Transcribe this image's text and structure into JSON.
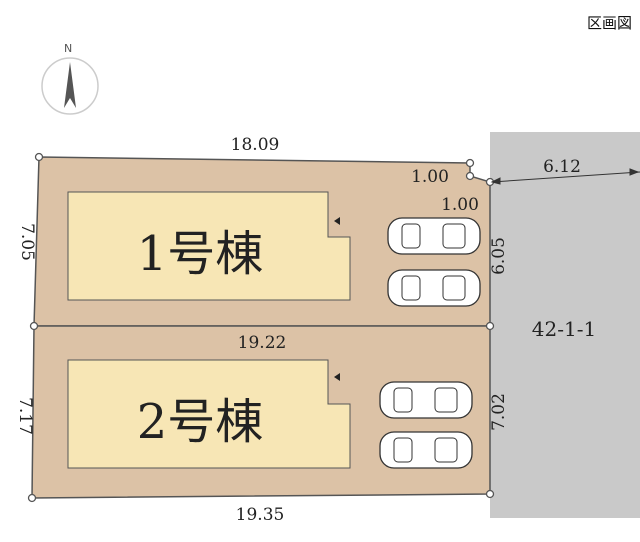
{
  "header": {
    "title": "区画図"
  },
  "compass": {
    "north_label": "N"
  },
  "lots": [
    {
      "label": "1号棟",
      "fill": "#dcc2a6",
      "house_fill": "#f7e6b5"
    },
    {
      "label": "2号棟",
      "fill": "#dcc2a6",
      "house_fill": "#f7e6b5"
    }
  ],
  "dimensions": {
    "top": "18.09",
    "lot1_left": "7.05",
    "corner_cut_horizontal": "1.00",
    "corner_cut_vertical": "1.00",
    "lot1_right": "6.05",
    "middle": "19.22",
    "lot2_left": "7.17",
    "lot2_right": "7.02",
    "bottom": "19.35",
    "road_width": "6.12"
  },
  "road": {
    "label": "42-1-1",
    "fill": "#c9c9c9"
  },
  "colors": {
    "outline": "#555555",
    "text": "#222222"
  }
}
